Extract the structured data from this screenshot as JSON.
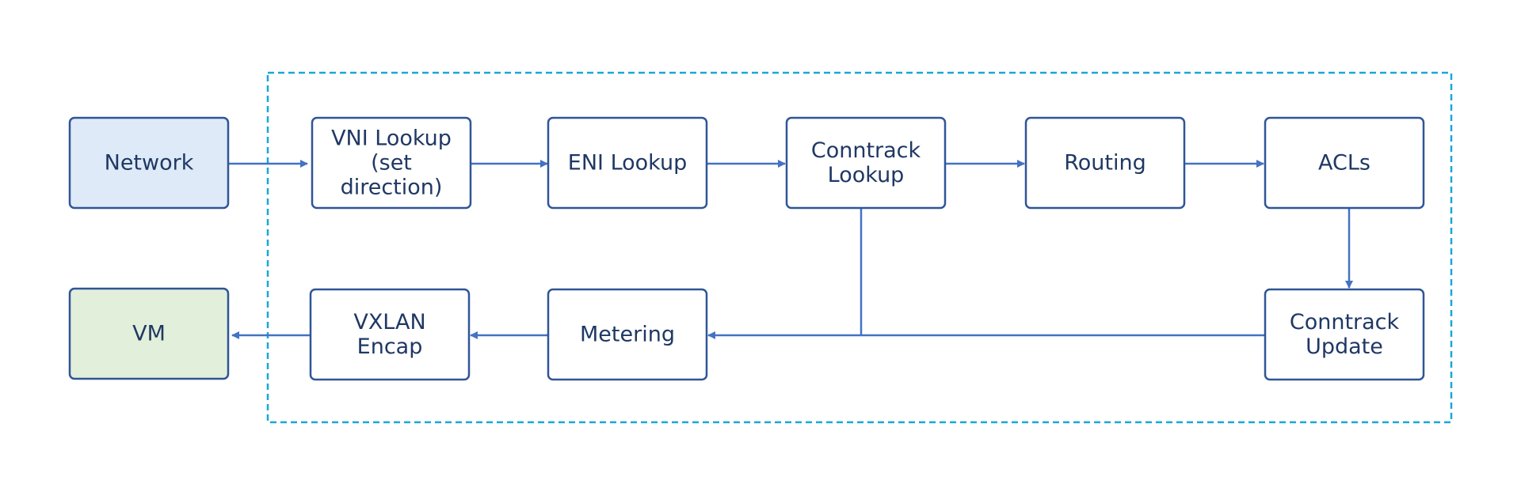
{
  "colors": {
    "box_stroke": "#2f5597",
    "arrow": "#4472c4",
    "boundary": "#1aa7d8",
    "network_fill": "#deeaf7",
    "vm_fill": "#e2efda",
    "stage_fill": "#ffffff",
    "text": "#1f3864"
  },
  "nodes": {
    "network": {
      "lines": [
        "Network"
      ]
    },
    "vni_lookup": {
      "lines": [
        "VNI Lookup",
        "(set",
        "direction)"
      ]
    },
    "eni_lookup": {
      "lines": [
        "ENI Lookup"
      ]
    },
    "conntrack_lookup": {
      "lines": [
        "Conntrack",
        "Lookup"
      ]
    },
    "routing": {
      "lines": [
        "Routing"
      ]
    },
    "acls": {
      "lines": [
        "ACLs"
      ]
    },
    "vm": {
      "lines": [
        "VM"
      ]
    },
    "vxlan_encap": {
      "lines": [
        "VXLAN",
        "Encap"
      ]
    },
    "metering": {
      "lines": [
        "Metering"
      ]
    },
    "conntrack_update": {
      "lines": [
        "Conntrack",
        "Update"
      ]
    }
  }
}
